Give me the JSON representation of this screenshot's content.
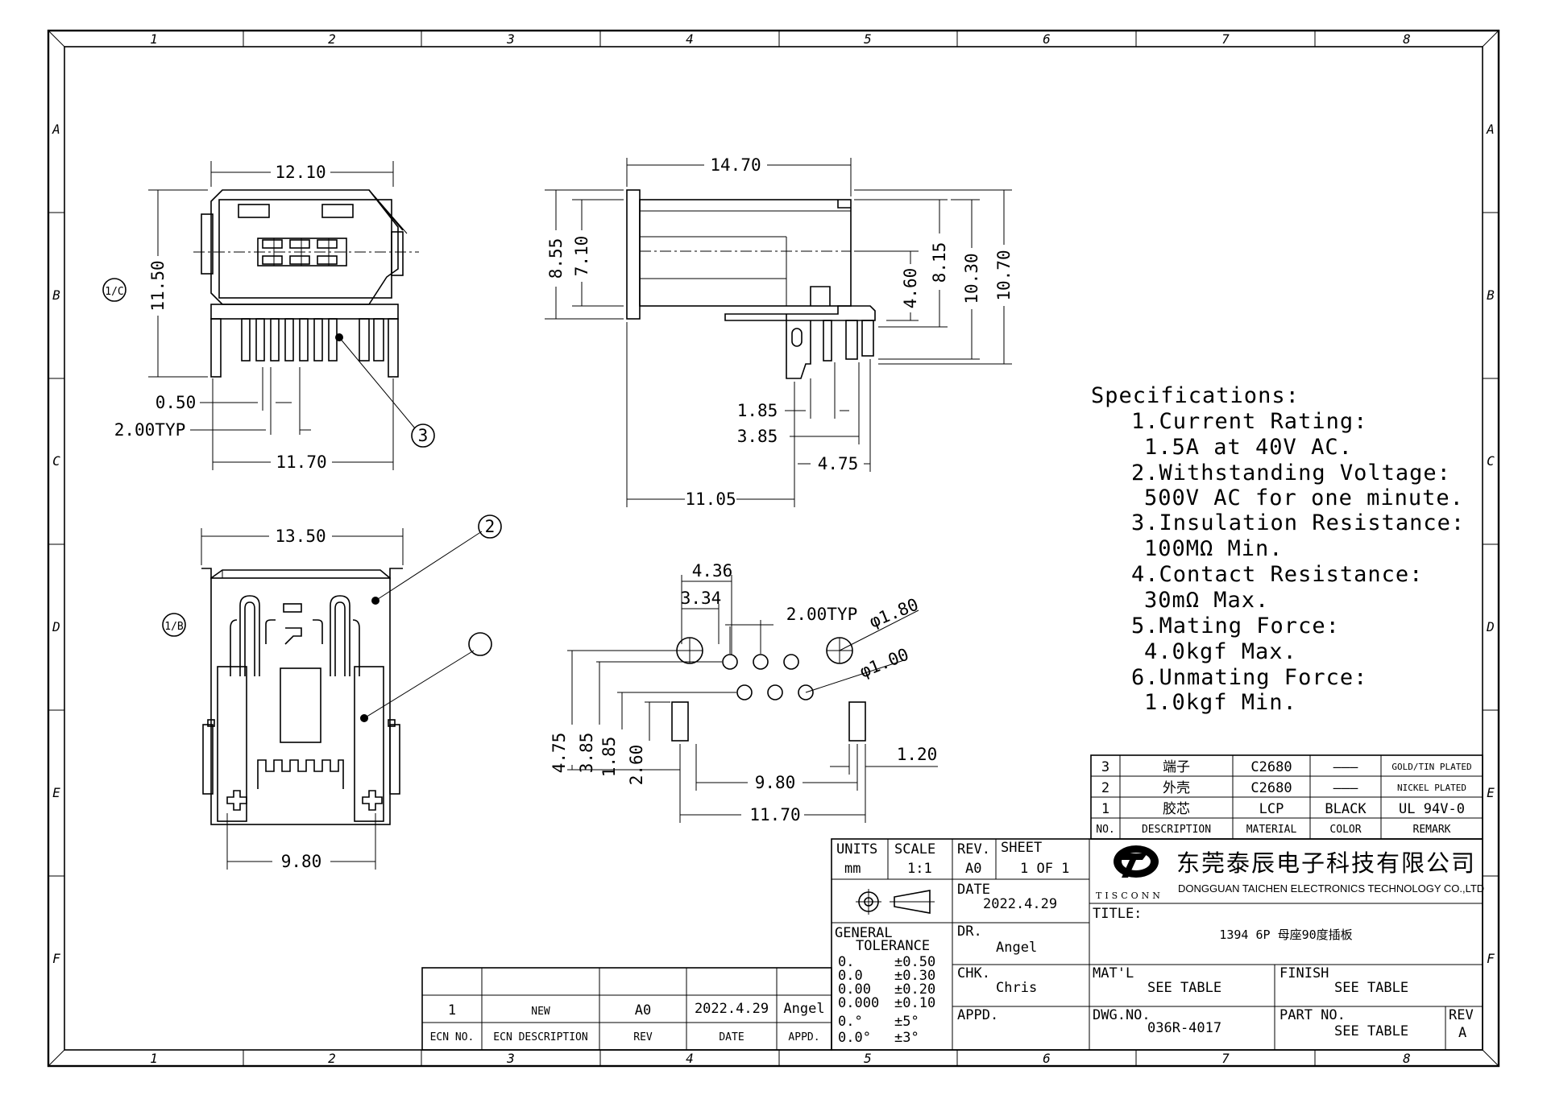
{
  "zones": {
    "columns": [
      "1",
      "2",
      "3",
      "4",
      "5",
      "6",
      "7",
      "8"
    ],
    "rows": [
      "A",
      "B",
      "C",
      "D",
      "E",
      "F"
    ]
  },
  "front_view": {
    "dims": {
      "width_top": "12.10",
      "height": "11.50",
      "pitch": "0.50",
      "pin_pitch": "2.00TYP",
      "width_bottom": "11.70"
    },
    "view_tag": "1/C",
    "balloon": "3"
  },
  "side_view": {
    "dims": {
      "length": "14.70",
      "h1": "8.55",
      "h2": "7.10",
      "h3": "4.60",
      "h4": "8.15",
      "h5": "10.30",
      "h6": "10.70",
      "d1": "1.85",
      "d2": "3.85",
      "d3": "4.75",
      "d4": "11.05"
    }
  },
  "bottom_view": {
    "dims": {
      "width": "13.50",
      "pin_span": "9.80"
    },
    "view_tag": "1/B",
    "balloons": [
      "2",
      ""
    ]
  },
  "footprint": {
    "dims": {
      "a": "4.36",
      "b": "3.34",
      "pitch": "2.00TYP",
      "big_hole": "φ1.80",
      "small_hole": "φ1.00",
      "v1": "4.75",
      "v2": "3.85",
      "v3": "1.85",
      "v4": "2.60",
      "pad": "1.20",
      "span1": "9.80",
      "span2": "11.70"
    }
  },
  "specifications": {
    "title": "Specifications:",
    "items": [
      {
        "label": "1.Current Rating:",
        "value": "1.5A at 40V AC."
      },
      {
        "label": "2.Withstanding Voltage:",
        "value": "500V AC for one minute."
      },
      {
        "label": "3.Insulation Resistance:",
        "value": "100MΩ Min."
      },
      {
        "label": "4.Contact Resistance:",
        "value": "30mΩ Max."
      },
      {
        "label": "5.Mating Force:",
        "value": "4.0kgf Max."
      },
      {
        "label": "6.Unmating Force:",
        "value": "1.0kgf Min."
      }
    ]
  },
  "bom": {
    "headers": [
      "NO.",
      "DESCRIPTION",
      "MATERIAL",
      "COLOR",
      "REMARK"
    ],
    "rows": [
      [
        "3",
        "端子",
        "C2680",
        "———",
        "GOLD/TIN PLATED"
      ],
      [
        "2",
        "外壳",
        "C2680",
        "———",
        "NICKEL PLATED"
      ],
      [
        "1",
        "胶芯",
        "LCP",
        "BLACK",
        "UL 94V-0"
      ]
    ]
  },
  "revision": {
    "headers": [
      "ECN NO.",
      "ECN DESCRIPTION",
      "REV",
      "DATE",
      "APPD."
    ],
    "row": [
      "1",
      "NEW",
      "A0",
      "2022.4.29",
      "Angel"
    ]
  },
  "title_block": {
    "units_label": "UNITS",
    "units": "mm",
    "scale_label": "SCALE",
    "scale": "1:1",
    "rev_label": "REV.",
    "rev": "A0",
    "sheet_label": "SHEET",
    "sheet": "1 OF 1",
    "date_label": "DATE",
    "date": "2022.4.29",
    "tol_label1": "GENERAL",
    "tol_label2": "TOLERANCE",
    "tolerances": [
      [
        "0.",
        "±0.50"
      ],
      [
        "0.0",
        "±0.30"
      ],
      [
        "0.00",
        "±0.20"
      ],
      [
        "0.000",
        "±0.10"
      ],
      [
        "0.°",
        "±5°"
      ],
      [
        "0.0°",
        "±3°"
      ]
    ],
    "dr_label": "DR.",
    "dr": "Angel",
    "chk_label": "CHK.",
    "chk": "Chris",
    "appd_label": "APPD.",
    "company_cn": "东莞泰辰电子科技有限公司",
    "company_en": "DONGGUAN TAICHEN ELECTRONICS TECHNOLOGY CO.,LTD",
    "logo_text": "TISCONN",
    "title_label": "TITLE:",
    "title": "1394 6P 母座90度插板",
    "matl_label": "MAT'L",
    "matl": "SEE TABLE",
    "finish_label": "FINISH",
    "finish": "SEE TABLE",
    "dwg_label": "DWG.NO.",
    "dwg": "036R-4017",
    "part_label": "PART NO.",
    "part": "SEE TABLE",
    "revb_label": "REV",
    "revb": "A"
  }
}
